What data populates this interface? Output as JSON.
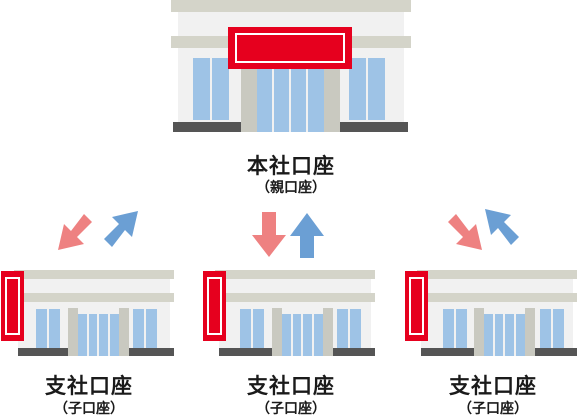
{
  "headquarters": {
    "title": "本社口座",
    "subtitle": "（親口座）"
  },
  "branches": [
    {
      "title": "支社口座",
      "subtitle": "（子口座）"
    },
    {
      "title": "支社口座",
      "subtitle": "（子口座）"
    },
    {
      "title": "支社口座",
      "subtitle": "（子口座）"
    }
  ],
  "colors": {
    "wall": "#f1f1f1",
    "cornice": "#d4d4c9",
    "trim": "#e6e6de",
    "base": "#555555",
    "glass": "#9ec3e6",
    "frame": "#c9c9c0",
    "sign": "#e6001e",
    "arrow_down": "#ee8181",
    "arrow_up": "#6b9fd4"
  }
}
